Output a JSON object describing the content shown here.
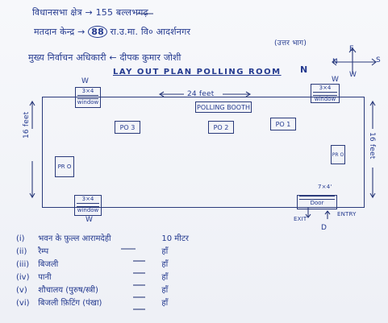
{
  "header": {
    "line1": "विधानसभा क्षेत्र → 155 बल्लभगढ़",
    "line2_prefix": "मतदान केन्द्र →",
    "line2_number": "88",
    "line2_suffix": "रा.उ.मा. वि० आदर्शनगर",
    "line2_note": "(उत्तर भाग)",
    "line3": "मुख्य निर्वाचन अधिकारी ← दीपक कुमार जोशी"
  },
  "title": "LAY OUT PLAN POLLING ROOM",
  "title_mark": "N",
  "compass": {
    "north": "E",
    "south": "W",
    "east": "S",
    "west": "N"
  },
  "plan": {
    "length_label": "24 feet",
    "width_left": "16 feet",
    "width_right": "16 feet",
    "polling_booth": "POLLING BOOTH",
    "po3": "PO 3",
    "po2": "PO 2",
    "po1": "PO 1",
    "left_desk": "PR O",
    "right_desk": "PR O",
    "door_right_size": "7×4'",
    "door_right_label": "Door",
    "exit": "EXIT",
    "entry": "ENTRY",
    "door_mark": "D",
    "windows": [
      {
        "mark": "W",
        "size": "3×4",
        "label": "window"
      },
      {
        "mark": "W",
        "size": "3×4",
        "label": "window"
      },
      {
        "mark": "W",
        "size": "3×4",
        "label": "window"
      }
    ]
  },
  "facilities": [
    {
      "num": "(i)",
      "label": "भवन के फ़ुल्ल आरामदेही",
      "value": "10 मीटर"
    },
    {
      "num": "(ii)",
      "label": "रैम्प",
      "value": "हाँ"
    },
    {
      "num": "(iii)",
      "label": "बिजली",
      "value": "हाँ"
    },
    {
      "num": "(iv)",
      "label": "पानी",
      "value": "हाँ"
    },
    {
      "num": "(v)",
      "label": "शौचालय (पुरुष/स्त्री)",
      "value": "हाँ"
    },
    {
      "num": "(vi)",
      "label": "बिजली फ़िटिंग (पंखा)",
      "value": "हाँ"
    }
  ]
}
